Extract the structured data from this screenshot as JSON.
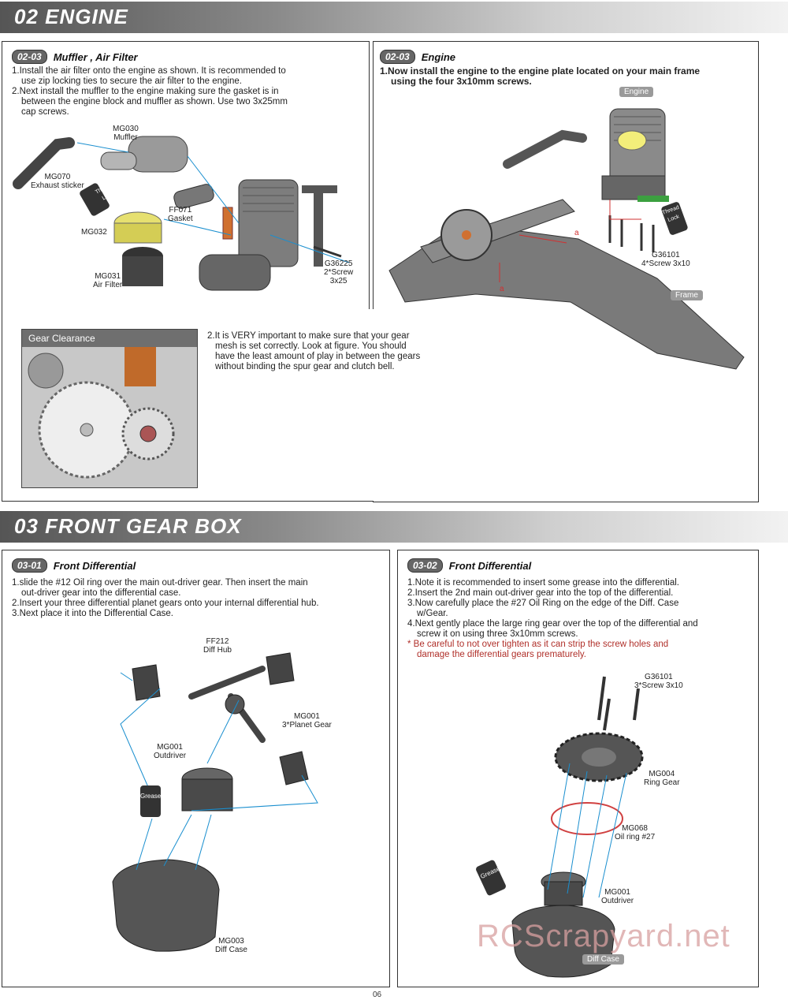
{
  "sections": {
    "engine_title": "02  ENGINE",
    "gearbox_title": "03  FRONT  GEAR BOX"
  },
  "step_0203_muffler": {
    "badge": "02-03",
    "title": "Muffler , Air Filter",
    "items": [
      {
        "line1": "1.Install the air filter onto the engine as shown.  It is recommended to",
        "line2": "use zip locking ties to secure the air filter to the engine."
      },
      {
        "line1": "2.Next install the muffler to  the engine making sure the gasket is in",
        "line2": "between the engine block and muffler as shown.  Use two 3x25mm",
        "line3": "cap screws."
      }
    ],
    "parts": {
      "mg030": "MG030",
      "mg030_name": "Muffler",
      "mg070": "MG070",
      "mg070_name": "Exhaust sticker",
      "ff071": "FF071",
      "ff071_name": "Gasket",
      "mg032": "MG032",
      "mg031": "MG031",
      "mg031_name": "Air Filter",
      "g36225": "G36225",
      "g36225_qty": "2*Screw",
      "g36225_size": "3x25",
      "thread_lock": "Thread Lock"
    }
  },
  "step_0203_engine": {
    "badge": "02-03",
    "title": "Engine",
    "line1": "1.Now install the engine to the engine plate located on your main frame",
    "line2": "using the four 3x10mm screws.",
    "tag_engine": "Engine",
    "tag_frame": "Frame",
    "g36101": "G36101",
    "g36101_name": "4*Screw 3x10",
    "marker": "a",
    "thread_lock": "Thread Lock"
  },
  "gear_clearance": {
    "header": "Gear Clearance",
    "line1": "2.It is VERY important to make sure that your gear",
    "line2": "mesh is set correctly.  Look at figure.  You should",
    "line3": "have the least amount of play in between the gears",
    "line4": "without binding the spur gear and clutch bell."
  },
  "step_0301": {
    "badge": "03-01",
    "title": "Front Differential",
    "items": [
      {
        "line1": "1.slide the #12 Oil ring over the main out-driver gear. Then insert the main",
        "line2": "out-driver gear into the differential case."
      },
      {
        "line1": "2.Insert your three differential planet gears onto your internal differential hub."
      },
      {
        "line1": "3.Next place it into the Differential Case."
      }
    ],
    "parts": {
      "ff212": "FF212",
      "ff212_name": "Diff Hub",
      "mg001_planet": "MG001",
      "mg001_planet_name": "3*Planet Gear",
      "mg001_out": "MG001",
      "mg001_out_name": "Outdriver",
      "mg003": "MG003",
      "mg003_name": "Diff Case",
      "grease": "Grease"
    }
  },
  "step_0302": {
    "badge": "03-02",
    "title": "Front Differential",
    "items": [
      {
        "line1": "1.Note it is recommended to insert some grease into the differential."
      },
      {
        "line1": "2.Insert the 2nd main out-driver gear into the top of the differential."
      },
      {
        "line1": "3.Now carefully place the #27 Oil Ring on the edge of the Diff. Case",
        "line2": "w/Gear."
      },
      {
        "line1": "4.Next gently place the large ring gear over the top of the differential and",
        "line2": "screw it on using three 3x10mm screws."
      }
    ],
    "warning1": "* Be careful to not over tighten as it can strip the screw holes and",
    "warning2": "damage the differential gears prematurely.",
    "parts": {
      "g36101": "G36101",
      "g36101_name": "3*Screw 3x10",
      "mg004": "MG004",
      "mg004_name": "Ring Gear",
      "mg068": "MG068",
      "mg068_name": "Oil ring #27",
      "mg001": "MG001",
      "mg001_name": "Outdriver",
      "grease": "Grease",
      "diff_case_tag": "Diff Case"
    }
  },
  "watermark": "RCScrapyard.net",
  "page_number": "06",
  "colors": {
    "accent_blue": "#1a8fcf",
    "warning_red": "#b0302a",
    "marker_red": "#d23030",
    "part_gray": "#555555"
  }
}
